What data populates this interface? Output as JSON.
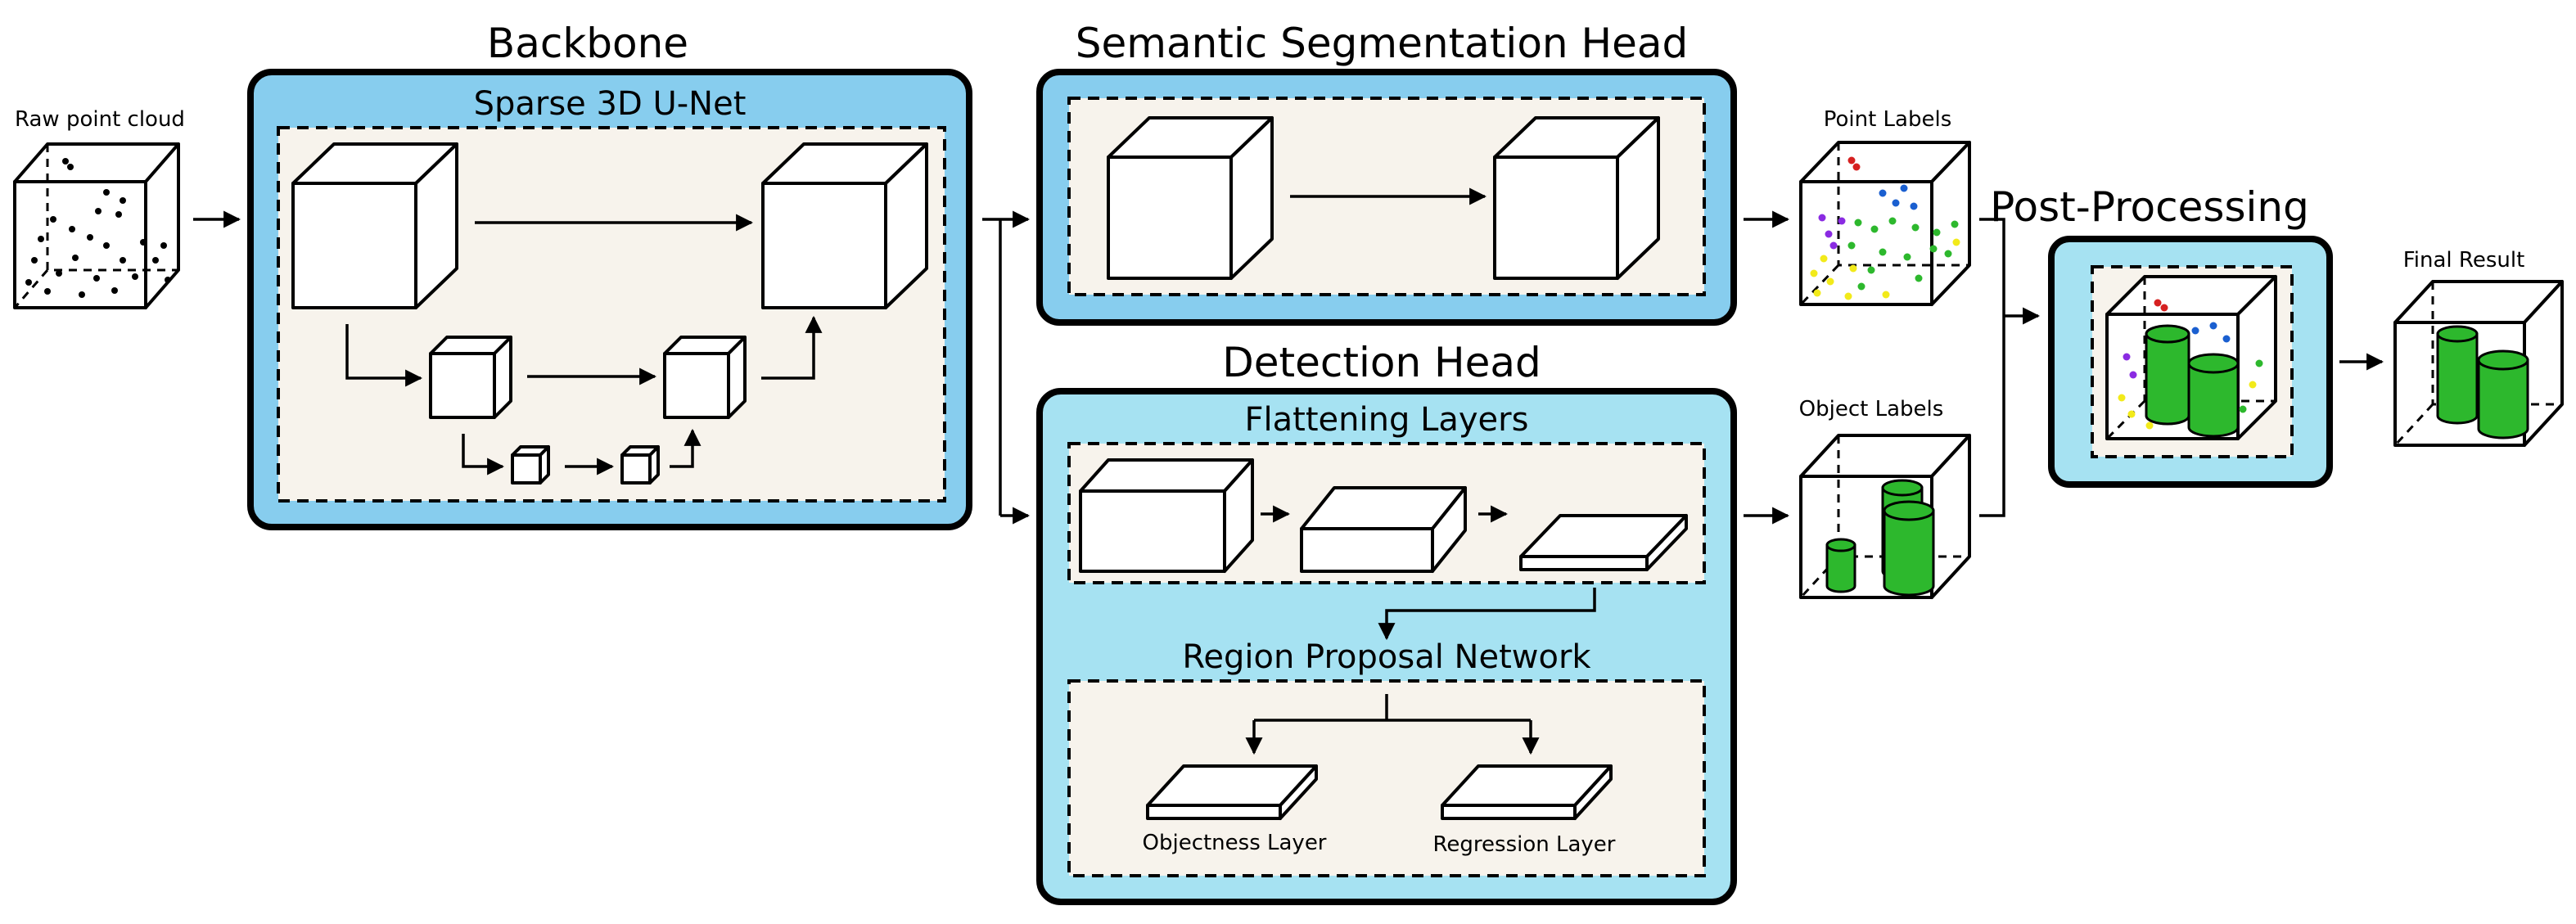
{
  "colors": {
    "backbone_fill": "#87cdee",
    "semantic_head_fill": "#87cdee",
    "detection_head_fill": "#a6e2f2",
    "post_processing_fill": "#a6e2f2",
    "inner_panel_fill": "#f7f3ec",
    "cylinder_green": "#2db82d",
    "point_red": "#d62020",
    "point_blue": "#1a5fd0",
    "point_purple": "#8a2be2",
    "point_green": "#2db82d",
    "point_yellow": "#f2ea1a"
  },
  "input": {
    "label": "Raw point cloud"
  },
  "backbone": {
    "title": "Backbone",
    "subtitle": "Sparse 3D U-Net"
  },
  "semantic_head": {
    "title": "Semantic Segmentation Head"
  },
  "detection_head": {
    "title": "Detection Head",
    "flattening_title": "Flattening Layers",
    "rpn_title": "Region Proposal Network",
    "objectness_label": "Objectness Layer",
    "regression_label": "Regression Layer"
  },
  "outputs": {
    "point_labels": "Point Labels",
    "object_labels": "Object Labels"
  },
  "post_processing": {
    "title": "Post-Processing"
  },
  "final": {
    "label": "Final Result"
  }
}
